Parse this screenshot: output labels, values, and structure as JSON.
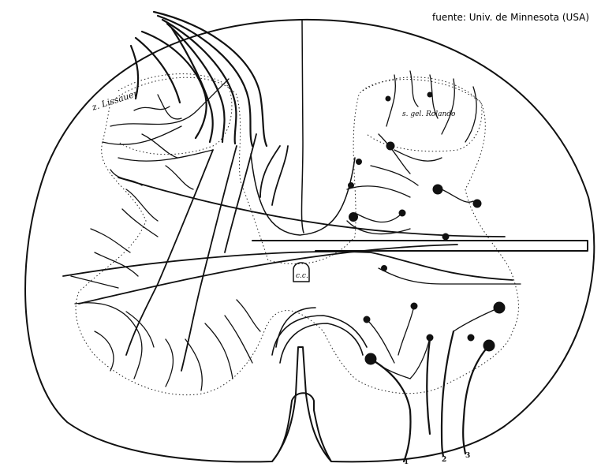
{
  "source_caption": "fuente: Univ. de Minnesota (USA)",
  "labels": {
    "lissauer_zone": "z. Lissauer",
    "substantia_gelatinosa": "s. gel. Rolando",
    "central_canal": "c.c.",
    "root_1": "1",
    "root_2": "2",
    "root_3": "3"
  },
  "colors": {
    "ink": "#111111",
    "background": "#ffffff"
  }
}
